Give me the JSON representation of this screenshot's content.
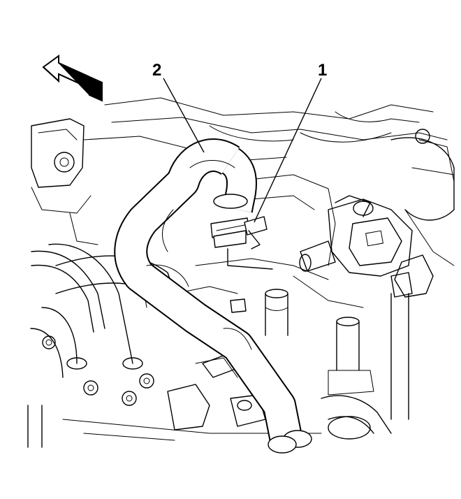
{
  "callouts": {
    "hose_number": "2",
    "clamp_number": "1"
  },
  "arrow": {
    "direction": "front-left"
  }
}
